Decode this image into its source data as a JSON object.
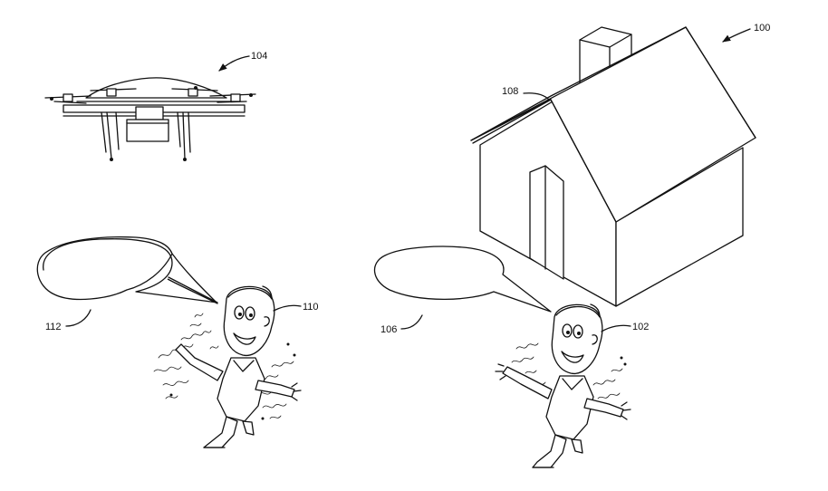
{
  "figure": {
    "labels": {
      "ref_100": "100",
      "ref_102": "102",
      "ref_104": "104",
      "ref_106": "106",
      "ref_108": "108",
      "ref_110": "110",
      "ref_112": "112"
    }
  },
  "colors": {
    "line": "#111111",
    "background": "#ffffff"
  }
}
